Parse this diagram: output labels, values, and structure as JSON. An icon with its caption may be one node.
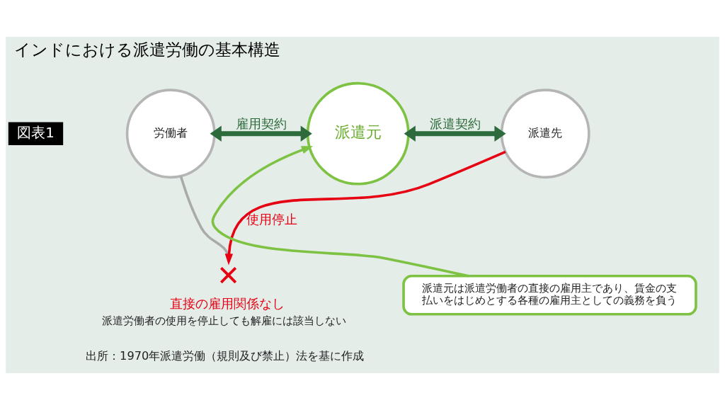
{
  "diagram": {
    "title": "インドにおける派遣労働の基本構造",
    "caption": "出所：1970年派遣労働（規則及び禁止）法を基に作成",
    "nodes": [
      {
        "text": [
          "労働者"
        ]
      },
      {
        "text": [
          "派遣元"
        ]
      },
      {
        "text": [
          "派遣先"
        ]
      },
      {
        "text": [
          "派遣元は派遣労働者の直接の雇用主であり、賃金の支払いをはじめとする各種の雇用主としての義務を負う"
        ]
      },
      {
        "text": [
          "✕"
        ],
        "beside": [
          "直接の雇用関係なし",
          "派遣労働者の使用を停止しても解雇には該当しない"
        ]
      }
    ],
    "edges": [
      {
        "from": 0,
        "to": 1,
        "arrow": "both",
        "label": "雇用契約",
        "style": "thick"
      },
      {
        "from": 1,
        "to": 2,
        "arrow": "both",
        "label": "派遣契約",
        "style": "thick"
      },
      {
        "from": 3,
        "to": 1,
        "arrow": "to",
        "color": "#7dc242"
      },
      {
        "from": 0,
        "to": 4,
        "arrow": "none",
        "color": "#aaaaaa"
      },
      {
        "from": 2,
        "to": 4,
        "arrow": "to",
        "label": "使用停止",
        "color": "#e60012"
      }
    ],
    "labels": [
      "図表1"
    ]
  }
}
